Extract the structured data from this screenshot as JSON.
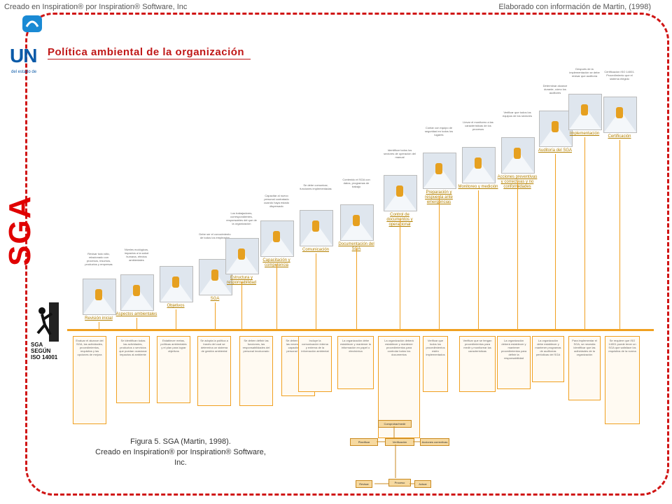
{
  "header": {
    "left_text": "Creado en Inspiration® por Inspiration® Software, Inc",
    "right_text": "Elaborado con información de  Martin, (1998)"
  },
  "logo": {
    "text": "UN",
    "subtext": "del estado de"
  },
  "title": "Política ambiental de la organización",
  "side_label": "SGA",
  "standard_label": {
    "line1": "SGA",
    "line2": "SEGÚN",
    "line3": "ISO 14001"
  },
  "stages": [
    {
      "label": "Revisión inicial",
      "desc": "Revisar todo sitio, relacionado con procesos, insumos, productos y empresas"
    },
    {
      "label": "Aspectos ambientales",
      "desc": "Niveles ecológicos, impactos a la salud humana, efectos ambientales"
    },
    {
      "label": "Objetivos",
      "desc": ""
    },
    {
      "label": "SGA",
      "desc": "Debe ser el conocimiento de todos los empleados"
    },
    {
      "label": "Estructura y responsabilidad",
      "desc": "Los trabajadores, correspondientes, responsables del que de la organización"
    },
    {
      "label": "Capacitación y competencia",
      "desc": "Capacitar al nuevo personal contratado cuando haya estado dispersado"
    },
    {
      "label": "Comunicación",
      "desc": "Se debe comunicar, funciones implementadas"
    },
    {
      "label": "Documentación del SGA",
      "desc": "Contenido el SGA con datos, programas de trabajo"
    },
    {
      "label": "Control de documentos y operacional",
      "desc": "Identificar todos los sectores de operación del manual"
    },
    {
      "label": "Preparación y respuesta ante emergencias",
      "desc": "Contar con equipo de seguridad en todos los lugares"
    },
    {
      "label": "Monitoreo y medición",
      "desc": "Llevar el monitoreo a las características de los procesos"
    },
    {
      "label": "Acciones preventivas y correctivas y no conformidades",
      "desc": "Verificar que todos los equipos de los sectores"
    },
    {
      "label": "Auditoría del SGA",
      "desc": "Determinar alcance durante, cómo los auditores"
    },
    {
      "label": "Implementación",
      "desc": "Después de la implementación se debe revisar que auditoría"
    },
    {
      "label": "Certificación",
      "desc": "Certificación ISO 14001. Procedimiento que el sistema elegido"
    }
  ],
  "boxes": [
    "Evaluar el alcance del SGA, las actividades, procedimientos, requisitos y las opciones de mejora",
    "Se identifican todas las actividades, productos o servicios que puedan ocasionar impactos al ambiente",
    "Establecer metas, políticas ambientales y el plan para lograr objetivos",
    "Se adopta la política a través del cual se determina un sistema de gestión ambiental",
    "Se deben definir las funciones, las responsabilidades del personal involucrado",
    "Se deben identificar las necesidades de capacitación del personal implicado",
    "Incluye la comunicación interna y externa de la información ambiental",
    "La organización debe establecer y mantener la información en papel o electrónica",
    "La organización deberá establecer y mantener procedimientos para controlar todos los documentos",
    "Verificar que todos los procedimientos estén implementados",
    "Verificar que se tengan procedimientos para medir y monitorear las características",
    "La organización deberá establecer y mantener procedimientos para definir la responsabilidad",
    "La organización debe establecer y mantener programas de auditorías periódicas del SGA",
    "Para implementar el SGA, se necesita identificar que las actividades de la organización",
    "Se requiere que ISO 14001 puede tener un SGA que satisface los requisitos de la norma"
  ],
  "caption": {
    "line1": "Figura 5. SGA (Martin, 1998).",
    "line2": "Creado en Inspiration® por Inspiration® Software,",
    "line3": "Inc."
  },
  "flowchart": {
    "top": "Comprobar/medir",
    "left": "Planificar",
    "middle": "Verificación",
    "right": "Acciones correctivas",
    "bottom_left": "Revisar",
    "bottom_mid": "Proceso",
    "bottom_right": "Actuar"
  }
}
